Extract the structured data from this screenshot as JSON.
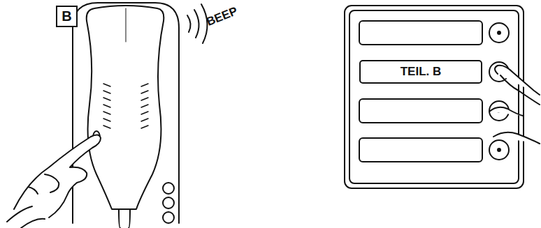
{
  "diagram": {
    "nodes": [
      {
        "text": [
          "B"
        ]
      },
      {
        "text": [
          "TEIL. B"
        ]
      }
    ],
    "labels": [
      "BEEP"
    ]
  }
}
